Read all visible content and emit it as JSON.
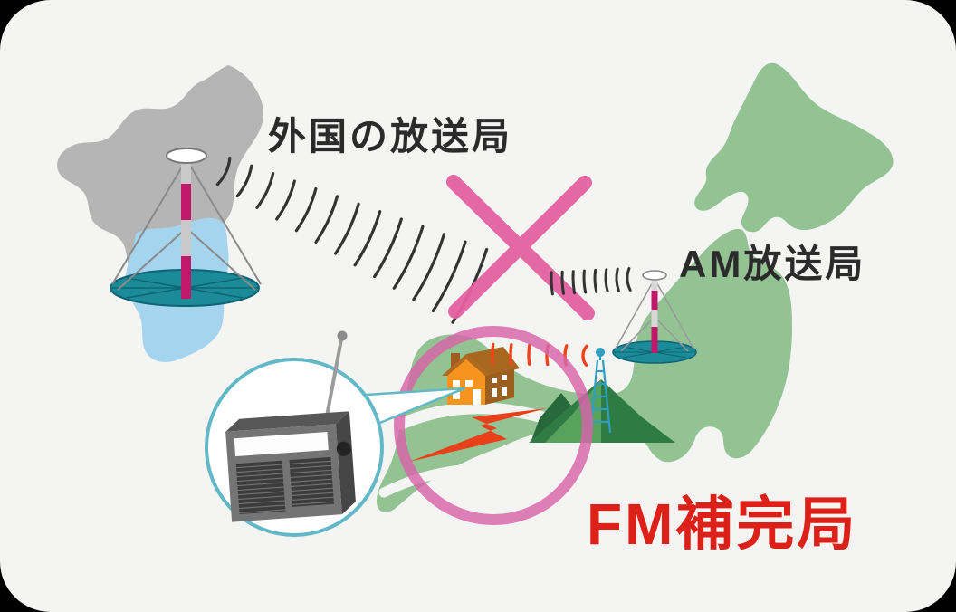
{
  "labels": {
    "foreign_station": "外国の放送局",
    "am_station": "AM放送局",
    "fm_supplement_station": "FM補完局"
  },
  "colors": {
    "page_background": "#000000",
    "card_background": "#f4f4f3",
    "north_korea_gray": "#b5b5b5",
    "south_korea_blue": "#a5d4ee",
    "japan_green": "#93c393",
    "antenna_base_teal": "#1b8b99",
    "antenna_base_edge": "#0e6475",
    "mast_magenta": "#c2186b",
    "mast_gray": "#c9c9c9",
    "guy_wire_gray": "#8a8a8a",
    "wave_black": "#333333",
    "x_mark_pink": "#e4619f",
    "highlight_ring_pink": "#d864aa",
    "wave_red": "#f0451c",
    "lightning_red": "#e8401a",
    "house_wall_orange": "#f5941f",
    "house_roof_brown": "#a8671f",
    "fm_tower_blue": "#2f9fc0",
    "mountain_light_green": "#57a25d",
    "mountain_dark_green": "#2e7b44",
    "radio_circle_teal": "#62b8c6",
    "radio_body_gray": "#747474",
    "label_black": "#2b2b2b",
    "fm_label_red": "#dd2018"
  }
}
